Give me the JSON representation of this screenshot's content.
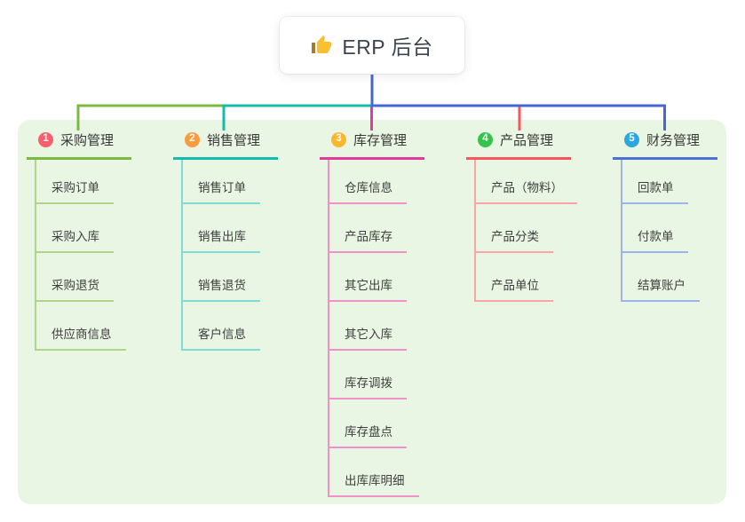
{
  "root": {
    "label": "ERP 后台",
    "icon": "thumbs-up",
    "icon_color": "#f9c02f",
    "icon_cuff_color": "#a9792f"
  },
  "canvas": {
    "background": "#ffffff",
    "panel_background": "#eaf6e4",
    "root_connector_color": "#4766d6"
  },
  "branches": [
    {
      "number": "1",
      "title": "采购管理",
      "color": "#7cba3f",
      "light_color": "#aed687",
      "badge_color": "#f7606b",
      "children": [
        "采购订单",
        "采购入库",
        "采购退货",
        "供应商信息"
      ]
    },
    {
      "number": "2",
      "title": "销售管理",
      "color": "#13bcae",
      "light_color": "#7edcd2",
      "badge_color": "#fc9b3b",
      "children": [
        "销售订单",
        "销售出库",
        "销售退货",
        "客户信息"
      ]
    },
    {
      "number": "3",
      "title": "库存管理",
      "color": "#df3d9d",
      "light_color": "#ef92ca",
      "badge_color": "#fbb62c",
      "children": [
        "仓库信息",
        "产品库存",
        "其它出库",
        "其它入库",
        "库存调拨",
        "库存盘点",
        "出库库明细"
      ]
    },
    {
      "number": "4",
      "title": "产品管理",
      "color": "#fa555a",
      "light_color": "#fca4a6",
      "badge_color": "#36c24b",
      "children": [
        "产品（物料）",
        "产品分类",
        "产品单位"
      ]
    },
    {
      "number": "5",
      "title": "财务管理",
      "color": "#4a71d3",
      "light_color": "#9eb3e8",
      "badge_color": "#2ba7e0",
      "children": [
        "回款单",
        "付款单",
        "结算账户"
      ]
    }
  ]
}
